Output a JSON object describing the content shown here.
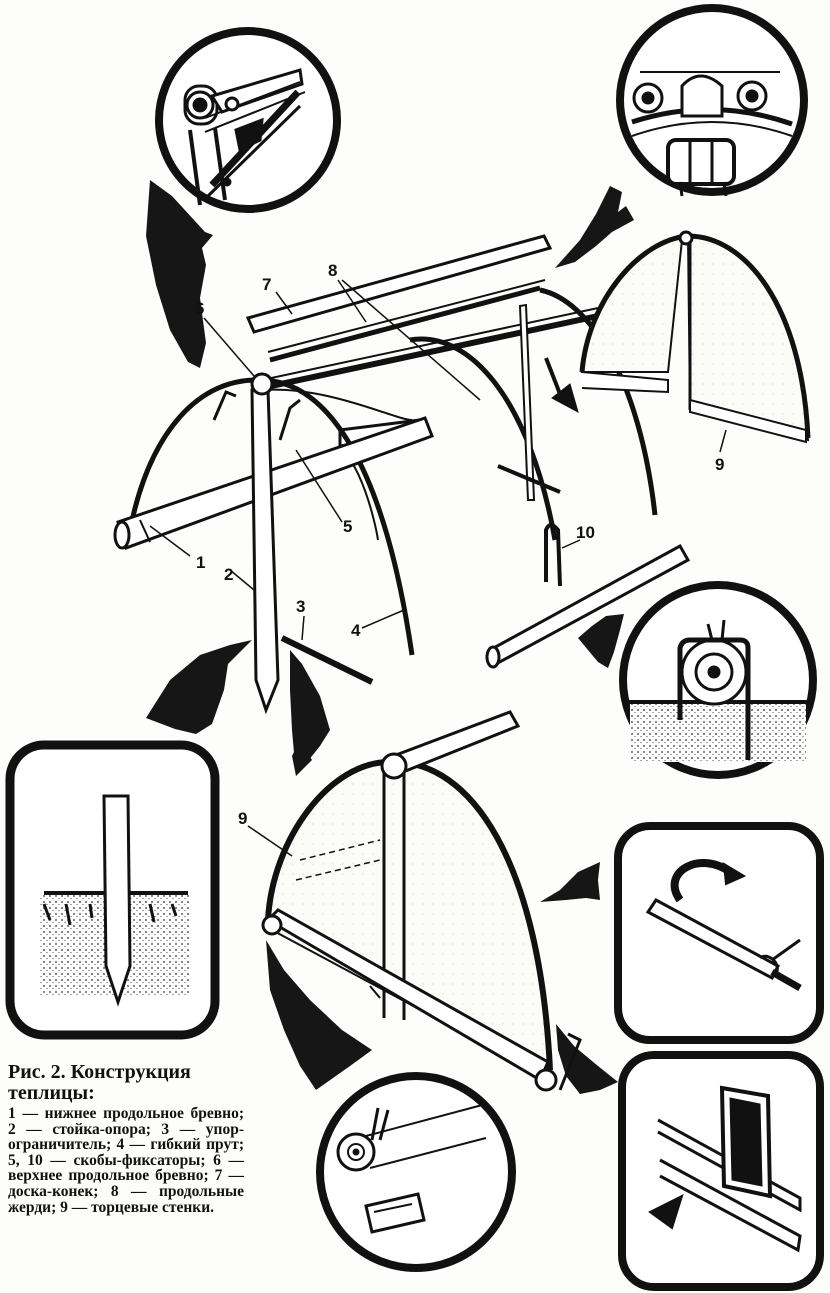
{
  "figure": {
    "caption_title": "Рис. 2. Конструкция теплицы:",
    "caption_legend": "1 — нижнее продольное бревно; 2 — стойка-опора; 3 — упор-ограничитель; 4 — гибкий прут; 5, 10 — скобы-фиксаторы; 6 — верхнее продольное бревно; 7 — доска-конек; 8 — продольные жерди; 9 — торцевые стенки."
  },
  "labels": {
    "l1": "1",
    "l2": "2",
    "l3": "3",
    "l4": "4",
    "l5": "5",
    "l6": "6",
    "l7": "7",
    "l8": "8",
    "l9a": "9",
    "l9b": "9",
    "l10": "10"
  }
}
